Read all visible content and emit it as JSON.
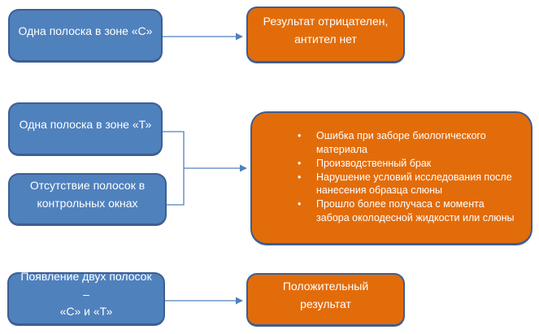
{
  "boxes": {
    "one_strip_c": {
      "label": "Одна полоска в зоне «С»"
    },
    "negative_result": {
      "line1": "Результат отрицателен,",
      "line2": "антител нет"
    },
    "one_strip_t": {
      "label": "Одна полоска в зоне «Т»"
    },
    "no_strips": {
      "line1": "Отсутствие полосок в",
      "line2": "контрольных окнах"
    },
    "invalid_reasons": {
      "items": [
        "Ошибка при заборе биологического материала",
        "Производственный брак",
        "Нарушение условий исследования  после нанесения образца слюны",
        "Прошло более получаса с момента забора околодесной жидкости или слюны"
      ]
    },
    "two_strips": {
      "line1": "Появление двух полосок –",
      "line2": "«С» и «Т»"
    },
    "positive_result": {
      "line1": "Положительный",
      "line2": "результат"
    }
  },
  "colors": {
    "blue_fill": "#4F81BD",
    "orange_fill": "#E36C0A",
    "box_border": "#3E5E92",
    "arrow": "#4F81BD",
    "text": "#FFFFFF"
  }
}
